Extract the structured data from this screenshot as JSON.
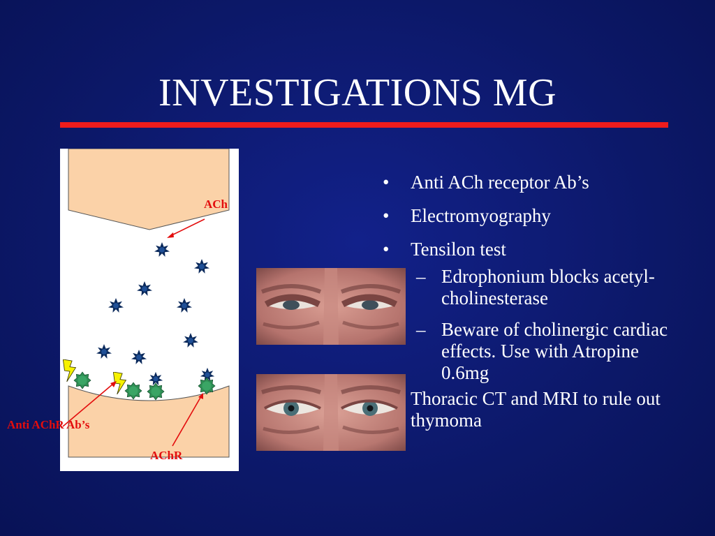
{
  "slide": {
    "title": "INVESTIGATIONS MG",
    "colors": {
      "background": "#0c1868",
      "rule": "#ee1c1c",
      "text": "#ffffff",
      "label": "#e30d0d",
      "terminal": "#fbd2a8"
    }
  },
  "diagram": {
    "labels": {
      "ach": "ACh",
      "antibodies": "Anti AChR Ab’s",
      "receptor": "AChR"
    }
  },
  "photos": [
    {
      "name": "eyes-before-tensilon"
    },
    {
      "name": "eyes-after-tensilon"
    }
  ],
  "bullets": {
    "marker": "•",
    "dash": "–",
    "items": [
      "Anti ACh receptor Ab’s",
      "Electromyography",
      "Tensilon test"
    ],
    "sub_items": [
      "Edrophonium blocks acetyl-cholinesterase",
      "Beware of cholinergic cardiac effects. Use with Atropine 0.6mg"
    ],
    "last": "Thoracic CT and MRI to rule out thymoma"
  }
}
